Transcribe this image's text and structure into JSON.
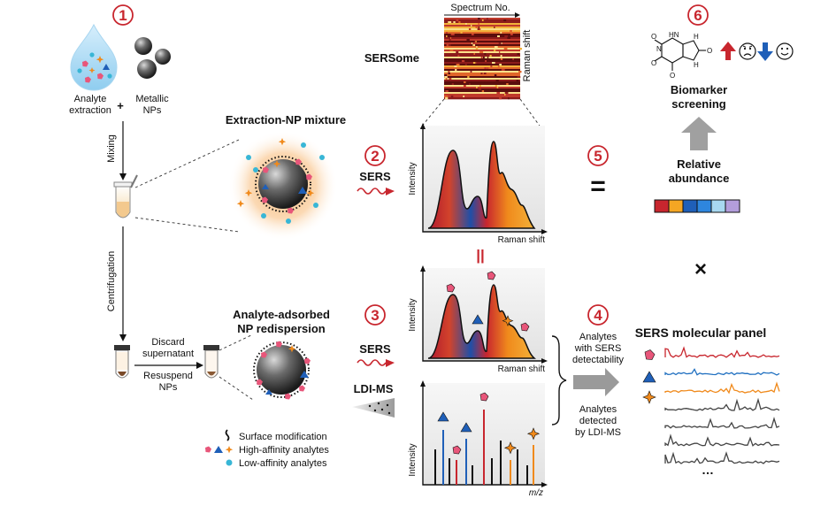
{
  "steps": [
    "1",
    "2",
    "3",
    "4",
    "5",
    "6"
  ],
  "labels": {
    "analyte_extraction": [
      "Analyte",
      "extraction"
    ],
    "metallic_nps": [
      "Metallic",
      "NPs"
    ],
    "plus": "+",
    "mixing": "Mixing",
    "centrifugation": "Centrifugation",
    "discard": [
      "Discard",
      "supernatant"
    ],
    "resuspend": [
      "Resuspend",
      "NPs"
    ],
    "extraction_np_mixture": "Extraction-NP mixture",
    "analyte_adsorbed": [
      "Analyte-adsorbed",
      "NP redispersion"
    ],
    "sers": "SERS",
    "sers2": "SERS",
    "ldi_ms": "LDI-MS",
    "spectrum_no": "Spectrum No.",
    "sersome": "SERSome",
    "raman_shift_vertical": "Raman shift",
    "intensity": "Intensity",
    "raman_shift": "Raman shift",
    "mz": "m/z",
    "equals": "=",
    "parallel": "||",
    "times": "×",
    "relative_abundance": [
      "Relative",
      "abundance"
    ],
    "biomarker_screening": [
      "Biomarker",
      "screening"
    ],
    "analytes_sers": [
      "Analytes",
      "with SERS",
      "detectability"
    ],
    "analytes_ldi": [
      "Analytes",
      "detected",
      "by LDI-MS"
    ],
    "sers_panel": "SERS molecular panel",
    "ellipsis": "…",
    "legend_surface": "Surface modification",
    "legend_high": "High-affinity analytes",
    "legend_low": "Low-affinity analytes"
  },
  "colors": {
    "accent_red": "#c8262e",
    "analyte_pink": "#e8567a",
    "analyte_blue": "#1f5fb8",
    "analyte_orange": "#f08a1c",
    "low_affinity_cyan": "#38b6d6",
    "abundance_bar": [
      "#c8262e",
      "#f5a623",
      "#1f5fb8",
      "#2e86de",
      "#a8d8f0",
      "#b39ddb"
    ]
  },
  "icons": [
    "droplet-icon",
    "nanoparticle-icon",
    "tube-icon",
    "arrow-icon",
    "uric-acid-structure-icon",
    "sad-face-icon",
    "happy-face-icon",
    "up-arrow-icon",
    "down-arrow-icon"
  ]
}
